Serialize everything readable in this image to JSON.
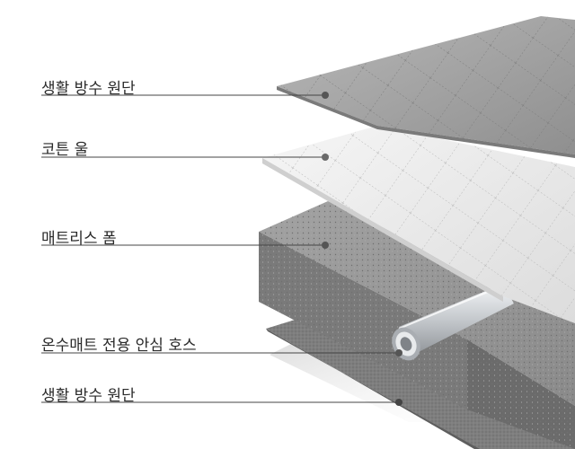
{
  "layers": [
    {
      "label": "생활 방수 원단"
    },
    {
      "label": "코튼 울"
    },
    {
      "label": "매트리스 폼"
    },
    {
      "label": "온수매트 전용 안심 호스"
    },
    {
      "label": "생활 방수 원단"
    }
  ],
  "colors": {
    "leader_line": "#444444",
    "dot": "#555555",
    "top_fabric": "#a4a4a4",
    "cotton": "#e9e9e9",
    "foam": "#8f8f8f",
    "bottom_fabric": "#7e7e7e",
    "hose": "#c8ccd0"
  }
}
